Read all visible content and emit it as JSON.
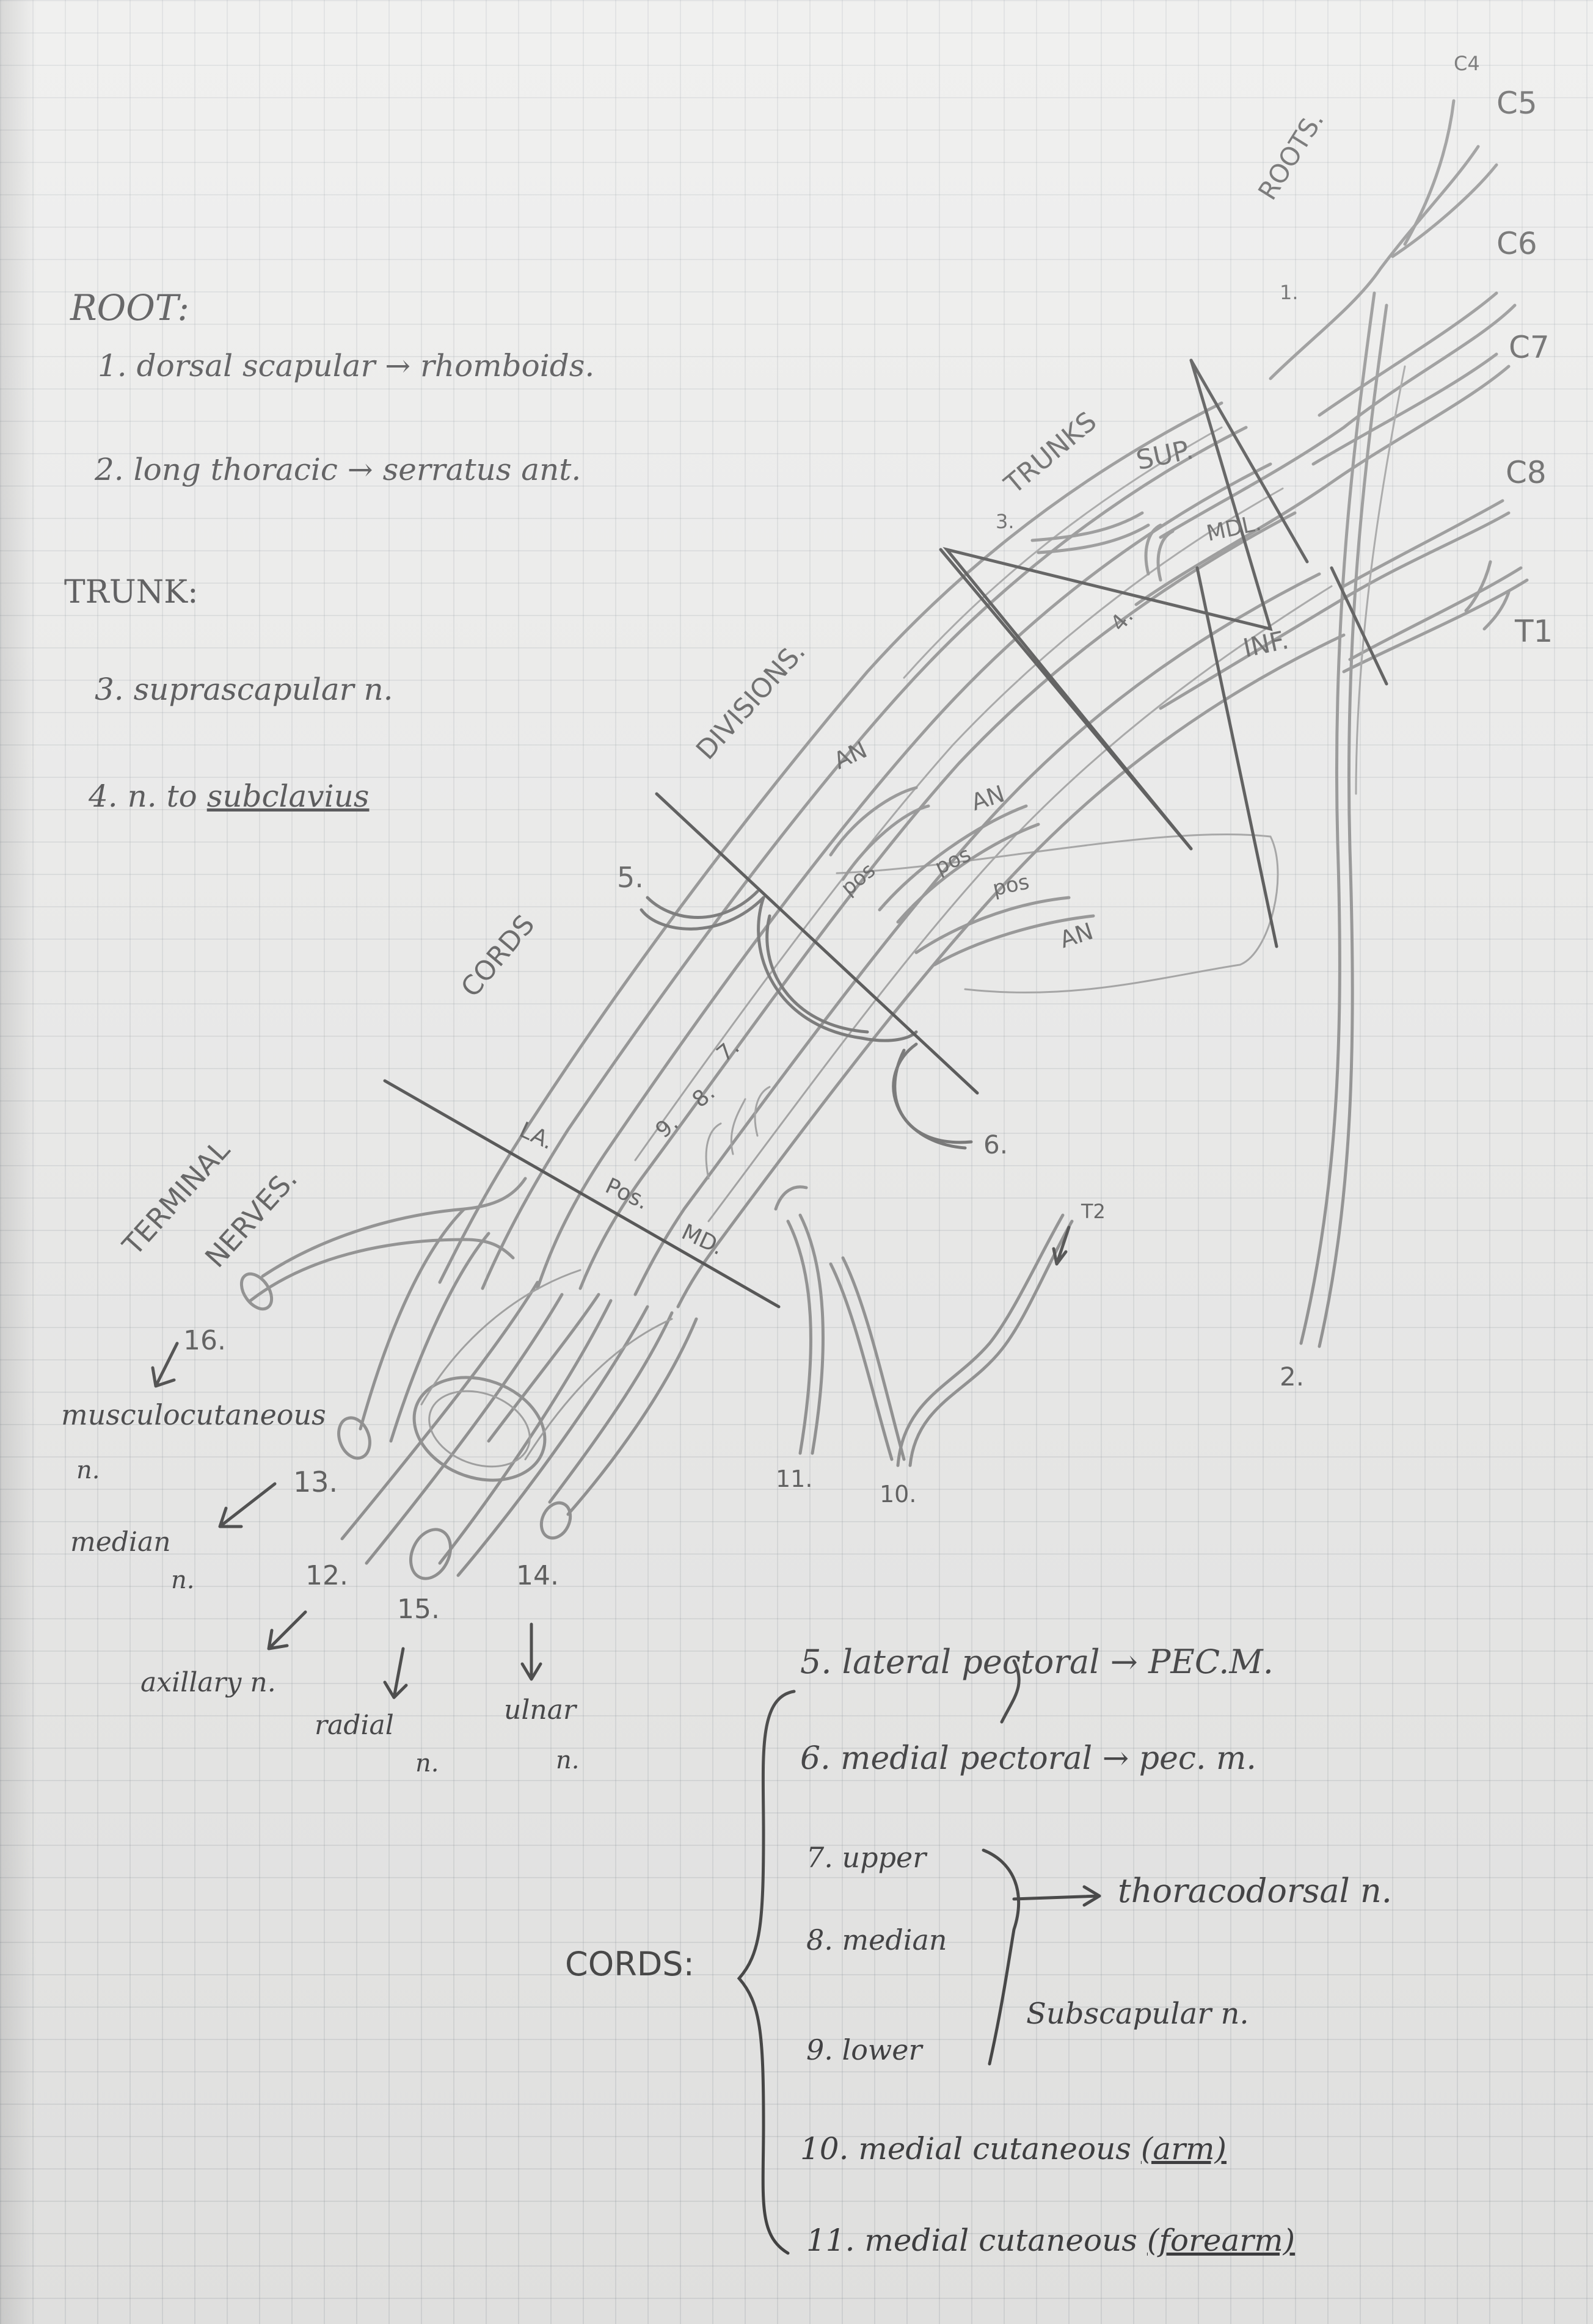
{
  "left_notes": {
    "root_heading": "ROOT:",
    "root_1": "1. dorsal scapular → rhomboids.",
    "root_2": "2. long thoracic → serratus ant.",
    "trunk_heading": "TRUNK:",
    "trunk_3": "3. suprascapular n.",
    "trunk_4_prefix": "4. n. to ",
    "trunk_4_underlined": "subclavius"
  },
  "section_labels": {
    "roots": "ROOTS.",
    "trunks": "TRUNKS",
    "divisions": "DIVISIONS.",
    "cords": "CORDS",
    "terminal_line1": "TERMINAL",
    "terminal_line2": "NERVES."
  },
  "root_labels": [
    "C4",
    "C5",
    "C6",
    "C7",
    "C8",
    "T1"
  ],
  "trunk_labels": [
    "SUP.",
    "MDL.",
    "INF."
  ],
  "division_labels": [
    "AN",
    "AN",
    "AN",
    "pos",
    "pos",
    "pos"
  ],
  "cord_labels": [
    "LA.",
    "Pos.",
    "MD."
  ],
  "t2_label": "T2",
  "diagram_numbers": {
    "n1": "1.",
    "n2": "2.",
    "n3": "3.",
    "n4": "4.",
    "n5": "5.",
    "n6": "6.",
    "n7": "7.",
    "n8": "8.",
    "n9": "9.",
    "n10": "10.",
    "n11": "11.",
    "n12": "12.",
    "n13": "13.",
    "n14": "14.",
    "n15": "15.",
    "n16": "16."
  },
  "terminal_names": {
    "musculocutaneous": "musculocutaneous",
    "musculocutaneous_n": "n.",
    "median": "median",
    "median_n": "n.",
    "axillary": "axillary n.",
    "radial": "radial",
    "radial_n": "n.",
    "ulnar": "ulnar",
    "ulnar_n": "n."
  },
  "cords_list": {
    "heading": "CORDS:",
    "item5": "5. lateral pectoral → PEC.M.",
    "item6": "6. medial pectoral → pec. m.",
    "item7": "7. upper",
    "item8": "8. median",
    "item9": "9. lower",
    "thoracodorsal": "thoracodorsal n.",
    "subscapular": "Subscapular n.",
    "item10_prefix": "10. medial cutaneous ",
    "item10_underlined": "(arm)",
    "item11_prefix": "11. medial cutaneous ",
    "item11_underlined": "(forearm)"
  }
}
